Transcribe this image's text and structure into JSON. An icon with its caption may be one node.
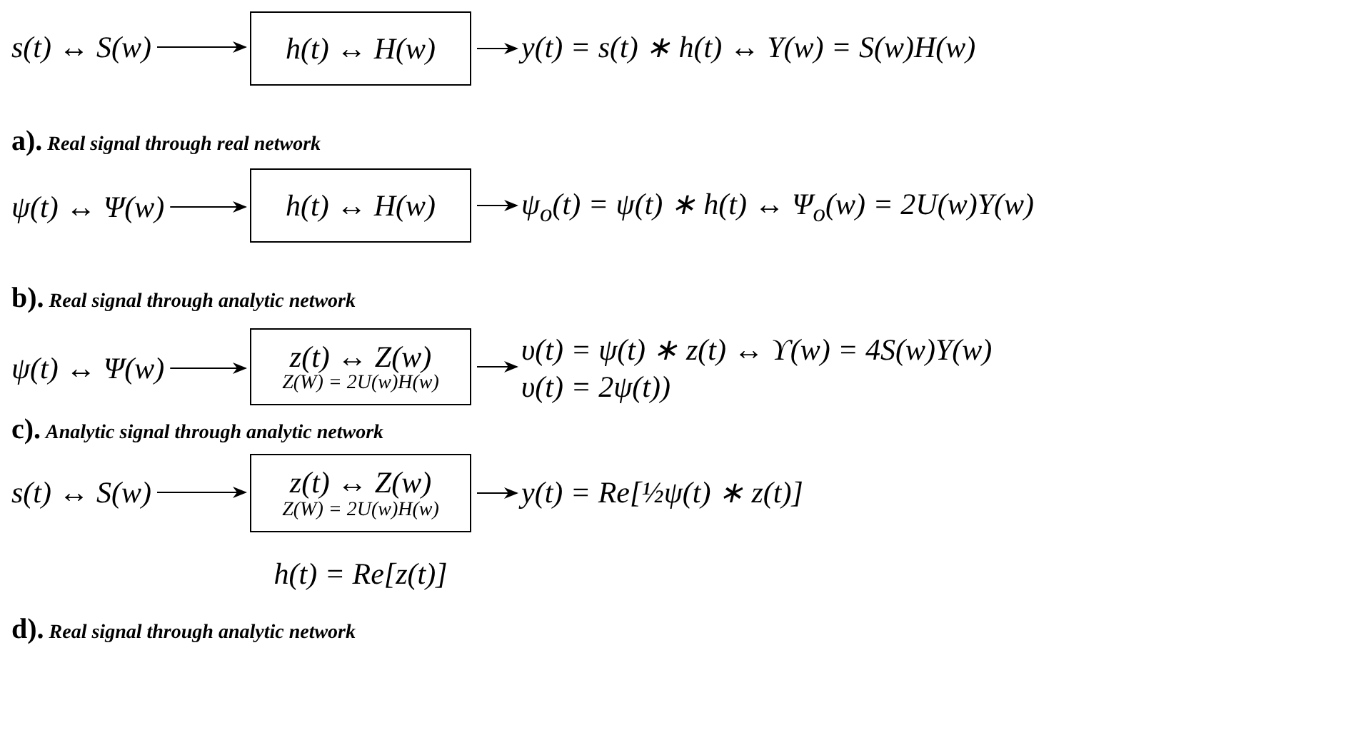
{
  "diagram": {
    "nodes": [
      {
        "text": [
          "s(t) ↔ S(w)"
        ]
      },
      {
        "text": [
          "h(t) ↔ H(w)"
        ]
      },
      {
        "text": [
          "y(t) = s(t) ∗ h(t) ↔ Y(w) = S(w)H(w)"
        ]
      },
      {
        "text": [
          "ψ(t) ↔ Ψ(w)"
        ]
      },
      {
        "text": [
          "h(t) ↔ H(w)"
        ]
      },
      {
        "text": [
          "ψ$_{o}$(t) = ψ(t) ∗ h(t) ↔ Ψ$_{o}$(w) = 2U(w)Y(w)"
        ]
      },
      {
        "text": [
          "ψ(t) ↔ Ψ(w)"
        ]
      },
      {
        "text": [
          "z(t) ↔ Z(w)",
          "Z(W) = 2U(w)H(w)"
        ]
      },
      {
        "text": [
          "υ(t) = ψ(t) ∗ z(t) ↔ ϒ(w) = 4S(w)Y(w)",
          "υ(t) = 2ψ(t))"
        ]
      },
      {
        "text": [
          "s(t) ↔ S(w)"
        ]
      },
      {
        "text": [
          "z(t) ↔ Z(w)",
          "Z(W) = 2U(w)H(w)"
        ],
        "beside": [
          "h(t) = Re[z(t)]"
        ]
      },
      {
        "text": [
          "y(t) = Re[½ψ(t) ∗ z(t)]"
        ]
      }
    ],
    "edges": [
      {
        "from": 0,
        "to": 1,
        "arrow": "to"
      },
      {
        "from": 1,
        "to": 2,
        "arrow": "to"
      },
      {
        "from": 3,
        "to": 4,
        "arrow": "to"
      },
      {
        "from": 4,
        "to": 5,
        "arrow": "to"
      },
      {
        "from": 6,
        "to": 7,
        "arrow": "to"
      },
      {
        "from": 7,
        "to": 8,
        "arrow": "to"
      },
      {
        "from": 9,
        "to": 10,
        "arrow": "to"
      },
      {
        "from": 10,
        "to": 11,
        "arrow": "to"
      }
    ],
    "labels": [
      "**a).** *Real signal through real network*",
      "**b).** *Real signal through analytic network*",
      "**c).** *Analytic signal through analytic network*",
      "**d).** *Real signal through analytic network*"
    ]
  }
}
